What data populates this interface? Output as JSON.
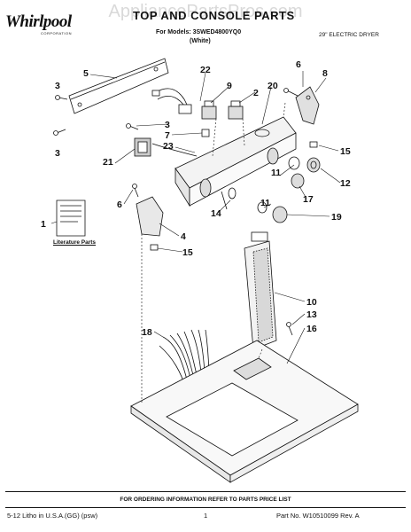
{
  "header": {
    "brand": "Whirlpool",
    "brand_sub": "CORPORATION",
    "watermark": "AppliancePartsPros.com",
    "title": "TOP AND CONSOLE PARTS",
    "models": "For Models: 3SWED4800YQ0",
    "color": "(White)",
    "product": "29\" ELECTRIC DRYER"
  },
  "literature_label": "Literature Parts",
  "callouts": {
    "c1": "1",
    "c2": "2",
    "c3a": "3",
    "c3b": "3",
    "c3c": "3",
    "c4": "4",
    "c5": "5",
    "c6a": "6",
    "c6b": "6",
    "c7": "7",
    "c8": "8",
    "c9": "9",
    "c10": "10",
    "c11a": "11",
    "c11b": "11",
    "c12": "12",
    "c13": "13",
    "c14": "14",
    "c15a": "15",
    "c15b": "15",
    "c16": "16",
    "c17": "17",
    "c18": "18",
    "c19": "19",
    "c20": "20",
    "c21": "21",
    "c22": "22",
    "c23": "23"
  },
  "footer": {
    "note": "FOR ORDERING INFORMATION REFER TO PARTS PRICE LIST",
    "print_info": "5-12 Litho in U.S.A.(GG) (psw)",
    "page": "1",
    "part_no": "Part No. W10510099 Rev. A"
  }
}
